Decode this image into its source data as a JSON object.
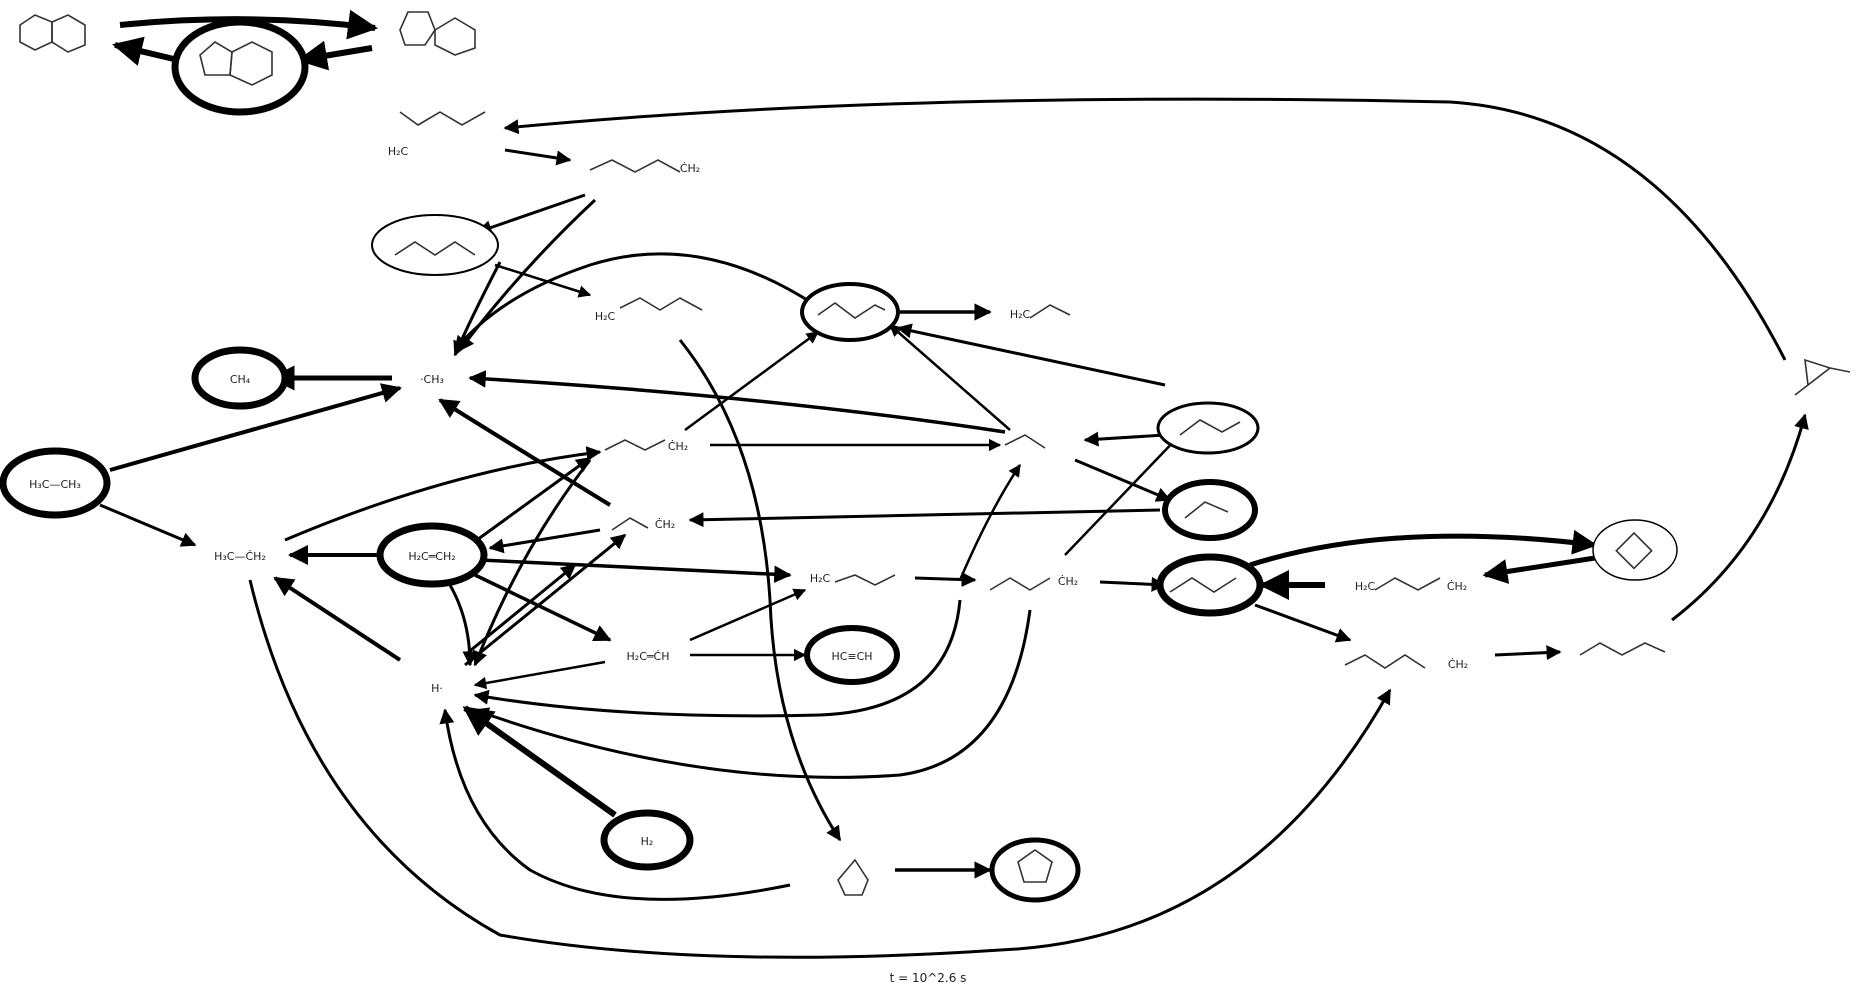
{
  "caption": "t = 10^2.6 s",
  "nodes": {
    "methyl_radical": "·CH₃",
    "methane": "CH₄",
    "ethane": "H₃C—CH₃",
    "ethyl_radical": "H₃C—ĊH₂",
    "ethylene": "H₂C═CH₂",
    "vinyl_radical": "H₂C═ĊH",
    "acetylene": "HC≡CH",
    "hydrogen_atom": "H·",
    "hydrogen": "H₂",
    "allyl_radical": "H₂C",
    "butenyl": "H₂C",
    "pentadienyl": "H₂C",
    "hexadienyl": "ĊH₂",
    "methylbutenyl": "H₂C",
    "propyl_radical": "ĊH₂",
    "isopropyl": "ĊH₂",
    "pentenyl": "ĊH₂",
    "butenyl_radical": "ĊH₂",
    "butadienyl": "H₂C",
    "heptenyl": "ĊH₂"
  },
  "colors": {
    "ink": "#000000",
    "background": "#ffffff"
  }
}
